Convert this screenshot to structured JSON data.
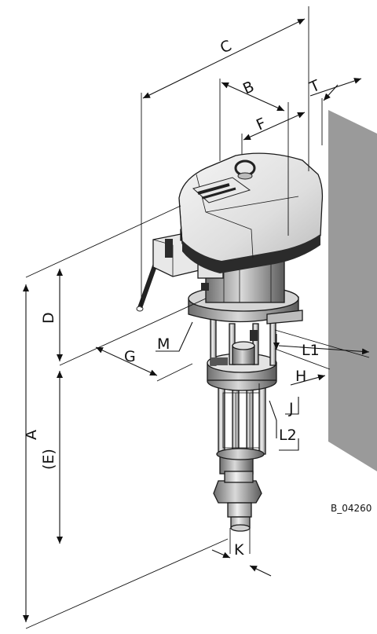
{
  "diagram": {
    "reference_code": "B_04260",
    "dimensions": {
      "A": "A",
      "B": "B",
      "C": "C",
      "D": "D",
      "E": "(E)",
      "F": "F",
      "G": "G",
      "H": "H",
      "J": "J",
      "K": "K",
      "L1": "L1",
      "L2": "L2",
      "M": "M",
      "T": "T"
    },
    "colors": {
      "wall": "#9a9a9a",
      "housing": "#e6e6e6",
      "housing_dark": "#2b2b2b",
      "metal": "#cfcfcf",
      "metal_dark": "#555555"
    }
  }
}
